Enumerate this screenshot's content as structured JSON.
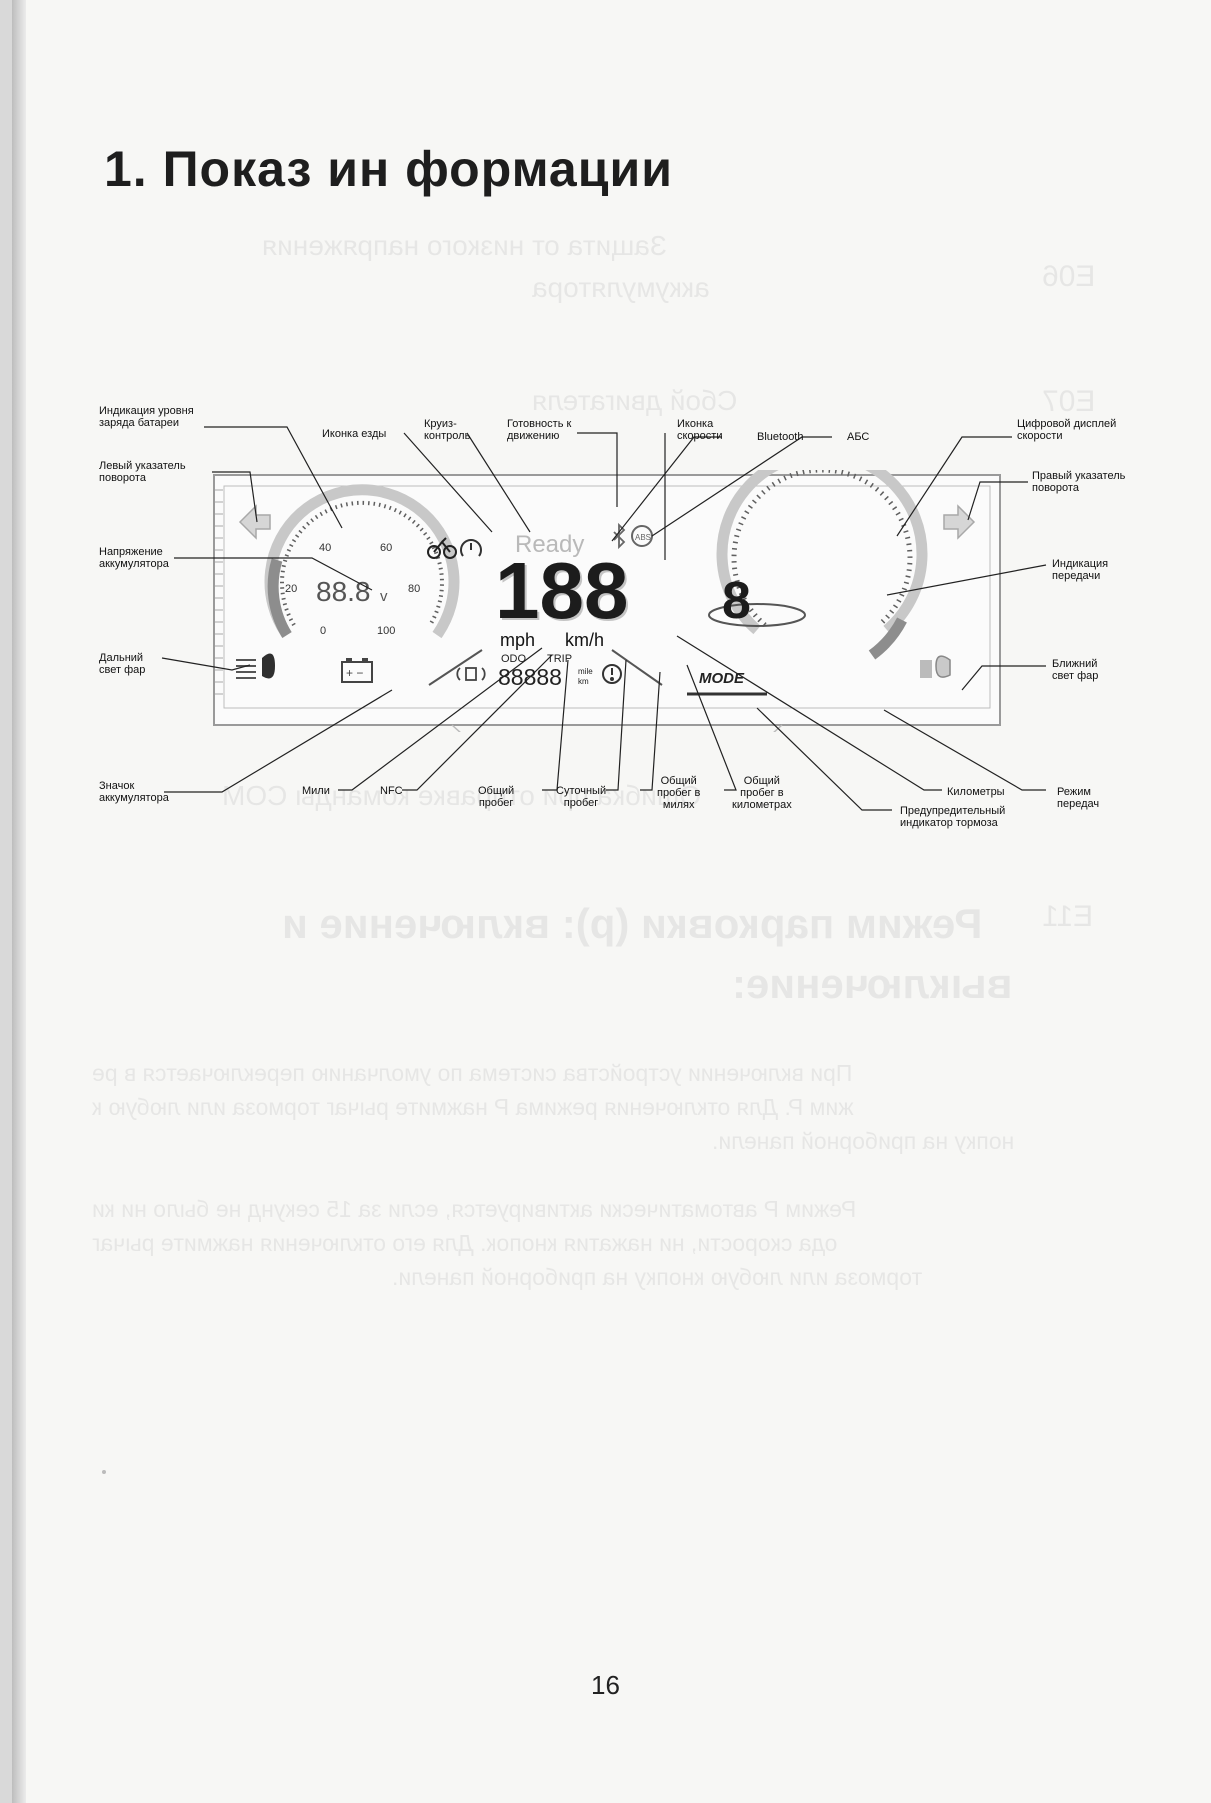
{
  "page": {
    "title": "1. Показ ин формации",
    "page_number": "16"
  },
  "display": {
    "ready": "Ready",
    "speed_digits": "188",
    "unit_mph": "mph",
    "unit_kmh": "km/h",
    "voltage": "88.8",
    "voltage_unit": "v",
    "gauge_ticks": [
      "0",
      "20",
      "40",
      "60",
      "80",
      "100"
    ],
    "odo": "ODO",
    "trip": "TRIP",
    "odometer_digits": "88888",
    "mile": "mile",
    "km": "km",
    "gear_digit": "8",
    "mode": "MODE"
  },
  "labels": {
    "battery_level": "Индикация уровня\nзаряда батареи",
    "left_turn": "Левый указатель\nповорота",
    "battery_voltage": "Напряжение\nаккумулятора",
    "high_beam": "Дальний\nсвет фар",
    "battery_icon": "Значок\nаккумулятора",
    "riding_icon": "Иконка езды",
    "cruise_control": "Круиз-\nконтроль",
    "ready_indicator": "Готовность к\nдвижению",
    "speed_icon": "Иконка\nскорости",
    "bluetooth": "Bluetooth",
    "abs": "АБС",
    "digital_speed": "Цифровой дисплей\nскорости",
    "right_turn": "Правый указатель\nповорота",
    "gear_indicator": "Индикация\nпередачи",
    "low_beam": "Ближний\nсвет фар",
    "miles": "Мили",
    "nfc": "NFC",
    "total_mileage": "Общий\nпробег",
    "trip_mileage": "Суточный\nпробег",
    "total_miles": "Общий\nпробег в\nмилях",
    "total_km": "Общий\nпробег в\nкилометрах",
    "kilometers": "Километры",
    "brake_warning": "Предупредительный\nиндикатор тормоза",
    "gear_mode": "Режим\nпередач"
  },
  "bleed_through": {
    "lines": [
      "Режим парковки (р): включение и",
      "выключение:",
      "При включении устройства система по умолчанию переключается в ре",
      "жим P. Для отключения режима P нажмите рычаг тормоза или любую к",
      "нопку на приборной панели.",
      "Режим P автоматически активируется, если за 15 секунд не было ни ки",
      "ода скорости, ни нажатия кнопок. Для его отключения нажмите рычаг",
      "тормоза или любую кнопку на приборной панели.",
      "Ошибка при отправке команды COM",
      "Защита от низкого напряжения",
      "аккумулятора",
      "Сбой двигателя"
    ],
    "codes": [
      "E06",
      "E07",
      "E11"
    ]
  }
}
